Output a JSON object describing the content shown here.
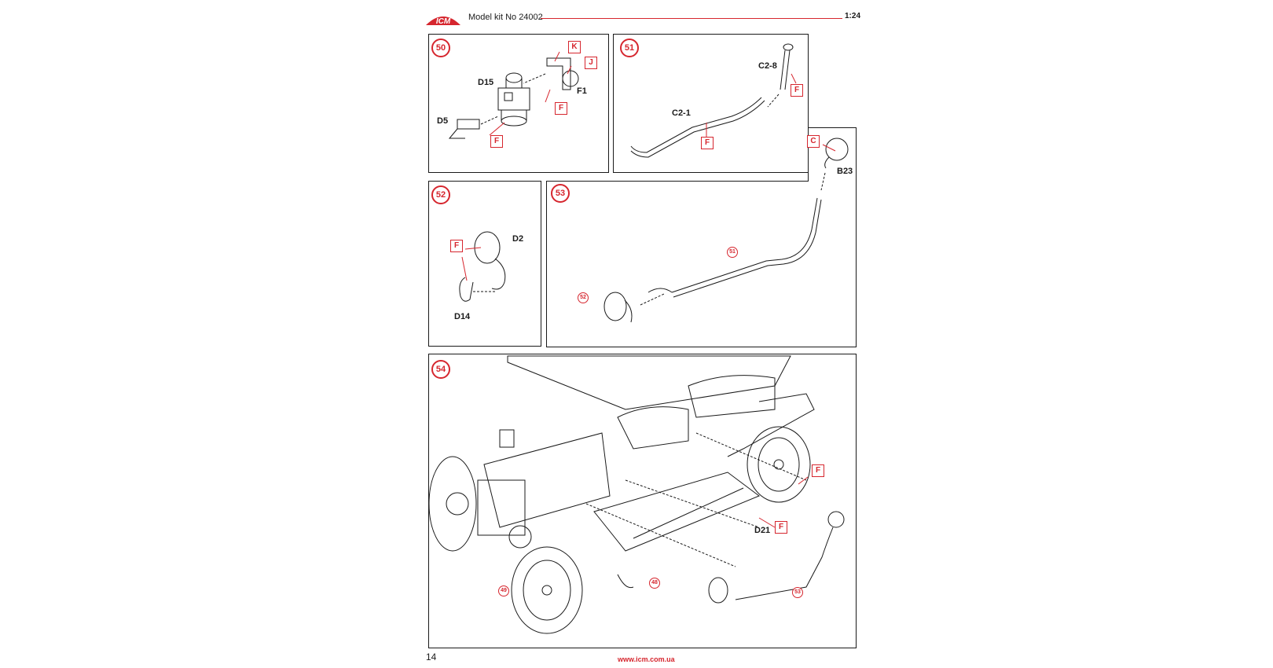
{
  "header": {
    "logo_text": "ICM",
    "model_kit": "Model kit No 24002",
    "scale": "1:24"
  },
  "footer": {
    "page_number": "14",
    "website": "www.icm.com.ua"
  },
  "colors": {
    "accent_red": "#d6262e",
    "line": "#1a1a1a"
  },
  "steps": {
    "s50": {
      "number": "50",
      "parts": [
        "D15",
        "D5",
        "F1"
      ],
      "paints": [
        "K",
        "J",
        "F",
        "F"
      ]
    },
    "s51": {
      "number": "51",
      "parts": [
        "C2-8",
        "C2-1"
      ],
      "paints": [
        "F",
        "F"
      ]
    },
    "s52": {
      "number": "52",
      "parts": [
        "D2",
        "D14"
      ],
      "paints": [
        "F"
      ]
    },
    "s53": {
      "number": "53",
      "parts": [
        "B23"
      ],
      "paints": [
        "C"
      ],
      "refs": [
        "51",
        "52"
      ]
    },
    "s54": {
      "number": "54",
      "parts": [
        "D21"
      ],
      "paints": [
        "F",
        "F"
      ],
      "refs": [
        "49",
        "48",
        "53"
      ]
    }
  }
}
